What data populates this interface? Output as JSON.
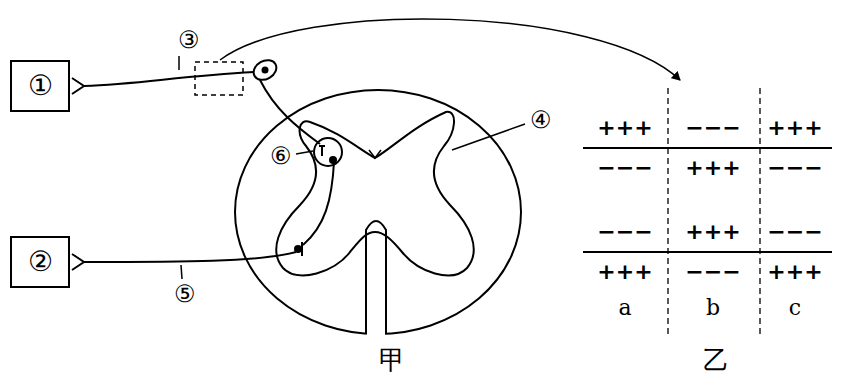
{
  "diagram": {
    "nodes": [
      {
        "text": [
          "①"
        ]
      },
      {
        "text": [
          "②"
        ]
      }
    ],
    "labels": [
      "③",
      "⑥",
      "④",
      "⑤",
      "甲",
      "乙",
      "+++",
      "−−−",
      "+++",
      "−−−",
      "+++",
      "−−−",
      "−−−",
      "+++",
      "−−−",
      "+++",
      "−−−",
      "+++",
      "a",
      "b",
      "c"
    ]
  }
}
